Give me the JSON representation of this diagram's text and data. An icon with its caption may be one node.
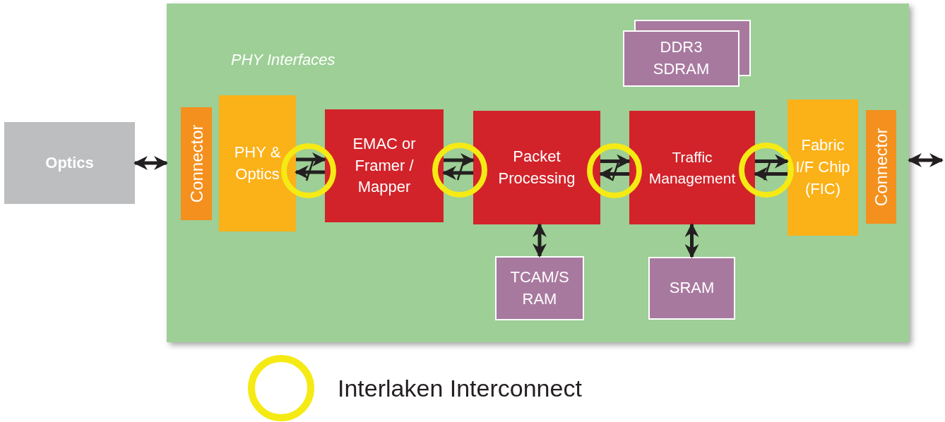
{
  "diagram": {
    "nodes": [
      {
        "text": [
          "Optics"
        ]
      },
      {
        "text": [],
        "shape": "box"
      },
      {
        "text": [
          "Connector"
        ],
        "in": 1
      },
      {
        "text": [
          "PHY & Optics"
        ],
        "in": 1
      },
      {
        "text": [
          "EMAC or Framer / Mapper"
        ],
        "in": 1
      },
      {
        "text": [
          "Packet Processing"
        ],
        "in": 1
      },
      {
        "text": [
          "Traffic Management"
        ],
        "in": 1
      },
      {
        "text": [
          "Fabric I/F Chip (FIC)"
        ],
        "in": 1
      },
      {
        "text": [
          "Connector"
        ],
        "in": 1
      },
      {
        "text": [
          "DDR3 SDRAM"
        ],
        "in": 1
      },
      {
        "text": [
          "TCAM/S RAM"
        ],
        "in": 1
      },
      {
        "text": [
          "SRAM"
        ],
        "in": 1
      }
    ],
    "edges": [
      {
        "from": 0,
        "to": 1,
        "arrow": "both"
      },
      {
        "from": 1,
        "to": null,
        "arrow": "both"
      },
      {
        "from": 3,
        "to": 4,
        "arrow": "to"
      },
      {
        "from": 4,
        "to": 3,
        "arrow": "to"
      },
      {
        "from": 4,
        "to": 5,
        "arrow": "to"
      },
      {
        "from": 5,
        "to": 4,
        "arrow": "to"
      },
      {
        "from": 5,
        "to": 6,
        "arrow": "to"
      },
      {
        "from": 6,
        "to": 5,
        "arrow": "to"
      },
      {
        "from": 6,
        "to": 7,
        "arrow": "to"
      },
      {
        "from": 7,
        "to": 6,
        "arrow": "to"
      },
      {
        "from": 5,
        "to": 10,
        "arrow": "both"
      },
      {
        "from": 6,
        "to": 11,
        "arrow": "both"
      }
    ],
    "labels": [
      "PHY Interfaces"
    ],
    "legend": [
      {
        "text": "Interlaken Interconnect"
      }
    ]
  }
}
